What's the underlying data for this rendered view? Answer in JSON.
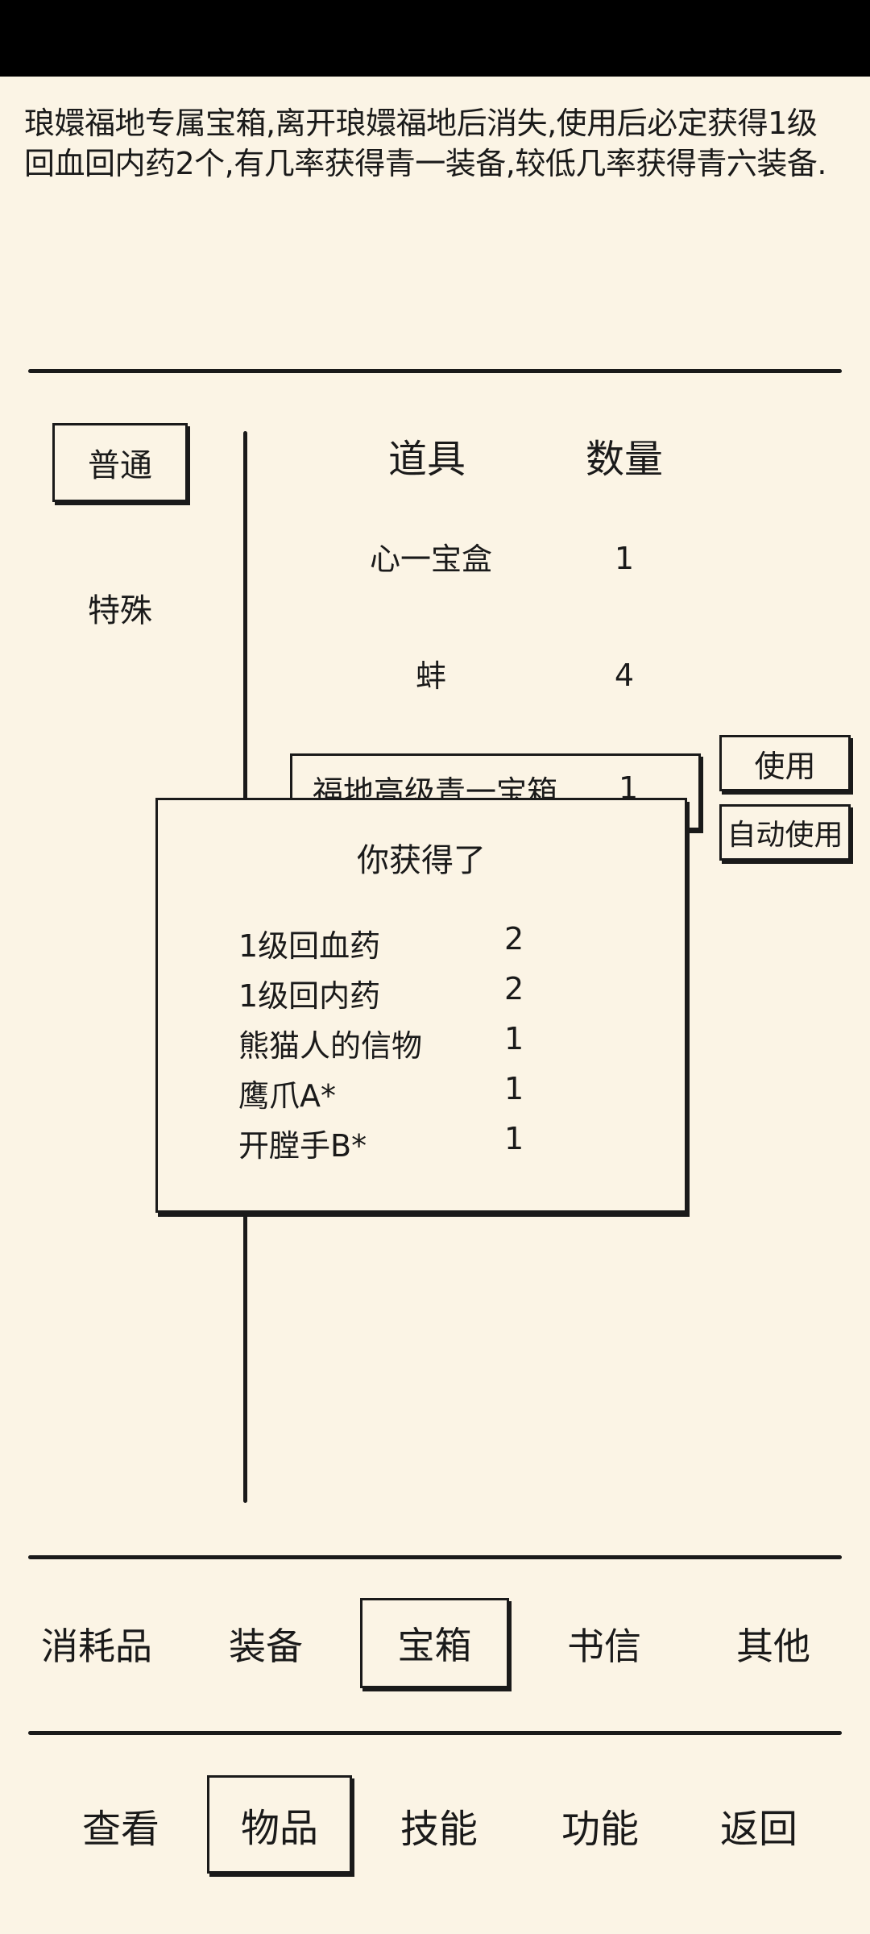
{
  "item_description": "琅嬛福地专属宝箱,离开琅嬛福地后消失,使用后必定获得1级回血回内药2个,有几率获得青一装备,较低几率获得青六装备.",
  "categories": [
    {
      "label": "普通",
      "selected": true
    },
    {
      "label": "特殊",
      "selected": false
    }
  ],
  "table": {
    "headers": {
      "item": "道具",
      "quantity": "数量"
    },
    "rows": [
      {
        "name": "心一宝盒",
        "qty": "1"
      },
      {
        "name": "蚌",
        "qty": "4"
      },
      {
        "name": "福地高级青一宝箱",
        "qty": "1",
        "selected": true
      }
    ]
  },
  "actions": {
    "use_label": "使用",
    "auto_use_label": "自动使用"
  },
  "reward_popup": {
    "title": "你获得了",
    "items": [
      {
        "name": "1级回血药",
        "qty": "2"
      },
      {
        "name": "1级回内药",
        "qty": "2"
      },
      {
        "name": "熊猫人的信物",
        "qty": "1"
      },
      {
        "name": "鹰爪A*",
        "qty": "1"
      },
      {
        "name": "开膛手B*",
        "qty": "1"
      }
    ]
  },
  "item_tabs": [
    {
      "label": "消耗品",
      "selected": false
    },
    {
      "label": "装备",
      "selected": false
    },
    {
      "label": "宝箱",
      "selected": true
    },
    {
      "label": "书信",
      "selected": false
    },
    {
      "label": "其他",
      "selected": false
    }
  ],
  "bottom_nav": [
    {
      "label": "查看",
      "selected": false
    },
    {
      "label": "物品",
      "selected": true
    },
    {
      "label": "技能",
      "selected": false
    },
    {
      "label": "功能",
      "selected": false
    },
    {
      "label": "返回",
      "selected": false
    }
  ],
  "colors": {
    "background": "#fbf4e5",
    "ink": "#1a1a1a",
    "status_bar": "#000000"
  }
}
